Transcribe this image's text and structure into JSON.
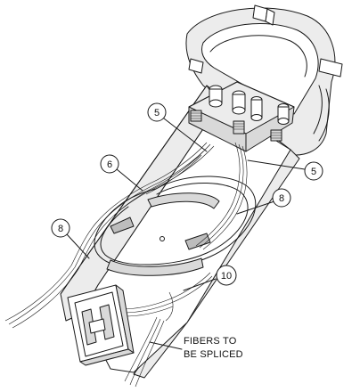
{
  "callouts": [
    {
      "id": "5a",
      "label": "5"
    },
    {
      "id": "5b",
      "label": "5"
    },
    {
      "id": "6",
      "label": "6"
    },
    {
      "id": "8a",
      "label": "8"
    },
    {
      "id": "8b",
      "label": "8"
    },
    {
      "id": "10",
      "label": "10"
    }
  ],
  "caption": {
    "line1": "FIBERS TO",
    "line2": "BE SPLICED"
  },
  "colors": {
    "line": "#1a1a1a",
    "shade": "#d9d9d9",
    "background": "#ffffff"
  }
}
